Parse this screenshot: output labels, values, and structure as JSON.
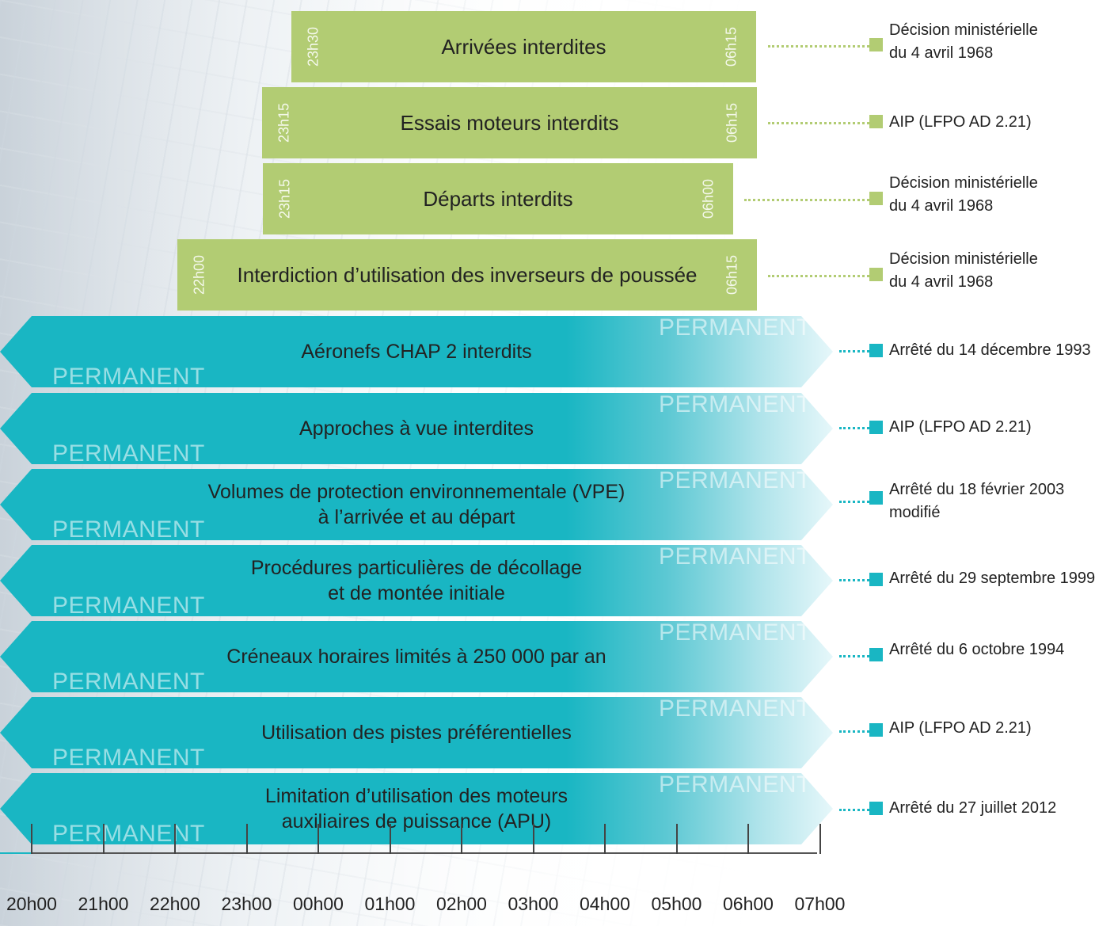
{
  "night_restrictions": [
    {
      "title": "Arrivées interdites",
      "start": "23h30",
      "end": "06h15",
      "reference": [
        "Décision ministérielle",
        "du 4 avril 1968"
      ]
    },
    {
      "title": "Essais moteurs interdits",
      "start": "23h15",
      "end": "06h15",
      "reference": [
        "AIP (LFPO AD 2.21)"
      ]
    },
    {
      "title": "Départs interdits",
      "start": "23h15",
      "end": "06h00",
      "reference": [
        "Décision ministérielle",
        "du 4 avril 1968"
      ]
    },
    {
      "title": "Interdiction d’utilisation des inverseurs de poussée",
      "start": "22h00",
      "end": "06h15",
      "reference": [
        "Décision ministérielle",
        "du 4 avril 1968"
      ]
    }
  ],
  "permanent_label": "PERMANENT",
  "permanent_restrictions": [
    {
      "title": [
        "Aéronefs CHAP 2 interdits"
      ],
      "reference": [
        "Arrêté du 14 décembre 1993"
      ]
    },
    {
      "title": [
        "Approches à vue interdites"
      ],
      "reference": [
        "AIP (LFPO AD 2.21)"
      ]
    },
    {
      "title": [
        "Volumes de protection environnementale (VPE)",
        "à l’arrivée et au départ"
      ],
      "reference": [
        "Arrêté du 18 février 2003",
        "modifié"
      ]
    },
    {
      "title": [
        "Procédures particulières de décollage",
        "et de montée initiale"
      ],
      "reference": [
        "Arrêté du 29 septembre 1999"
      ]
    },
    {
      "title": [
        "Créneaux horaires limités à 250 000 par an"
      ],
      "reference": [
        "Arrêté du 6 octobre 1994"
      ]
    },
    {
      "title": [
        "Utilisation des pistes préférentielles"
      ],
      "reference": [
        "AIP (LFPO AD 2.21)"
      ]
    },
    {
      "title": [
        "Limitation d’utilisation des moteurs",
        "auxiliaires de puissance (APU)"
      ],
      "reference": [
        "Arrêté du 27 juillet 2012"
      ]
    }
  ],
  "time_axis": [
    "20h00",
    "21h00",
    "22h00",
    "23h00",
    "00h00",
    "01h00",
    "02h00",
    "03h00",
    "04h00",
    "05h00",
    "06h00",
    "07h00"
  ],
  "colors": {
    "night_bar": "#b2cc73",
    "permanent_bar": "#19b6c3"
  }
}
